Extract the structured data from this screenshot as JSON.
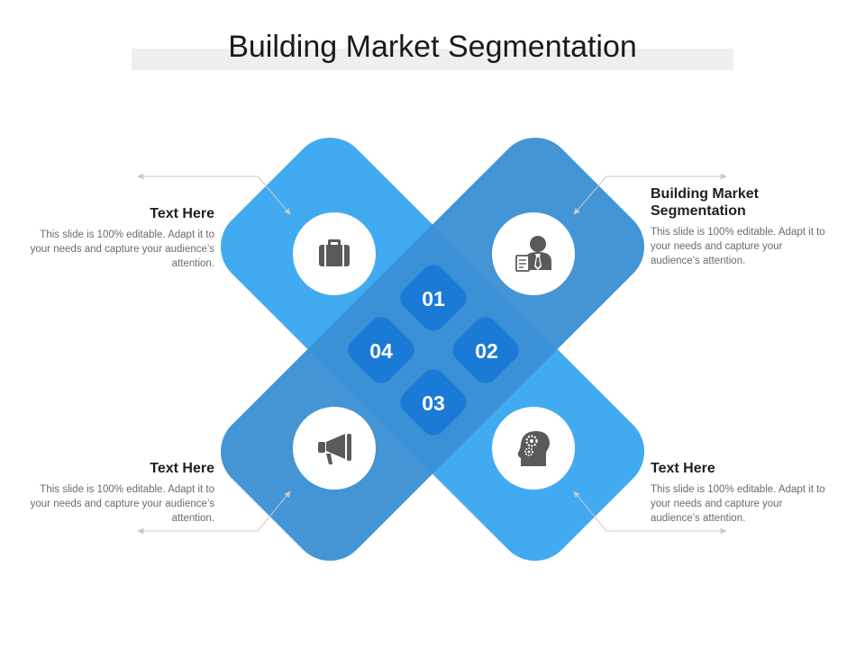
{
  "title": "Building Market Segmentation",
  "colors": {
    "light_blue": "#42aaf1",
    "mid_blue": "#3a8fd3",
    "dark_blue": "#1b7ad6",
    "icon_gray": "#5a5a5a",
    "connector_gray": "#c8c8c8"
  },
  "segments": [
    {
      "number": "01",
      "icon": "briefcase-icon",
      "heading": "Text Here",
      "body": "This slide is 100% editable. Adapt it to your needs and capture your audience’s attention."
    },
    {
      "number": "02",
      "icon": "businessman-icon",
      "heading": "Building Market Segmentation",
      "body": "This slide is 100% editable. Adapt it to your needs and capture your audience’s attention."
    },
    {
      "number": "03",
      "icon": "head-gears-icon",
      "heading": "Text Here",
      "body": "This slide is 100% editable. Adapt it to your needs and capture your audience’s attention."
    },
    {
      "number": "04",
      "icon": "megaphone-icon",
      "heading": "Text Here",
      "body": "This slide is 100% editable. Adapt it to your needs and capture your audience’s attention."
    }
  ]
}
